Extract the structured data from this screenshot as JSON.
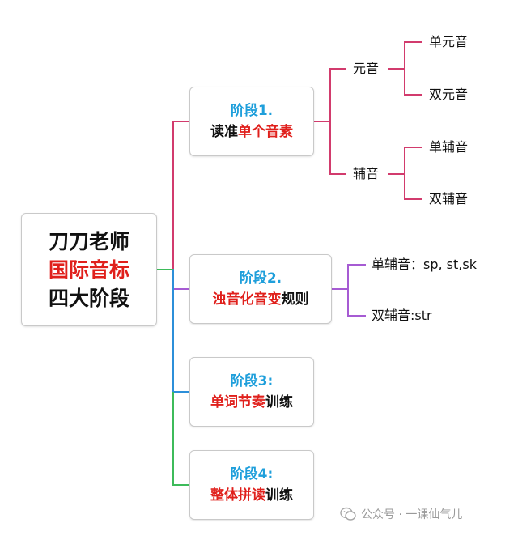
{
  "root": {
    "line1": "刀刀老师",
    "line2": "国际音标",
    "line3": "四大阶段"
  },
  "stages": [
    {
      "title": "阶段1.",
      "red": "单个音素",
      "pre": "读准",
      "post": ""
    },
    {
      "title": "阶段2.",
      "red": "浊音化音变",
      "pre": "",
      "post": "规则"
    },
    {
      "title": "阶段3:",
      "red": "单词节奏",
      "pre": "",
      "post": "训练"
    },
    {
      "title": "阶段4:",
      "red": "整体拼读",
      "pre": "",
      "post": "训练"
    }
  ],
  "stage1_branches": {
    "vowel": {
      "label": "元音",
      "children": [
        "单元音",
        "双元音"
      ]
    },
    "consonant": {
      "label": "辅音",
      "children": [
        "单辅音",
        "双辅音"
      ]
    }
  },
  "stage2_branches": [
    "单辅音：sp, st,sk",
    "双辅音:str"
  ],
  "watermark": {
    "icon": "wechat-icon",
    "text": "公众号 · 一课仙气儿"
  },
  "colors": {
    "root_branch": "#3dbb5a",
    "stage1_branch": "#d23b6d",
    "stage2_branch": "#a65bd3",
    "stage3_branch": "#2c8fd9",
    "stage_title": "#1f9fdb",
    "emphasis": "#e0201c"
  }
}
